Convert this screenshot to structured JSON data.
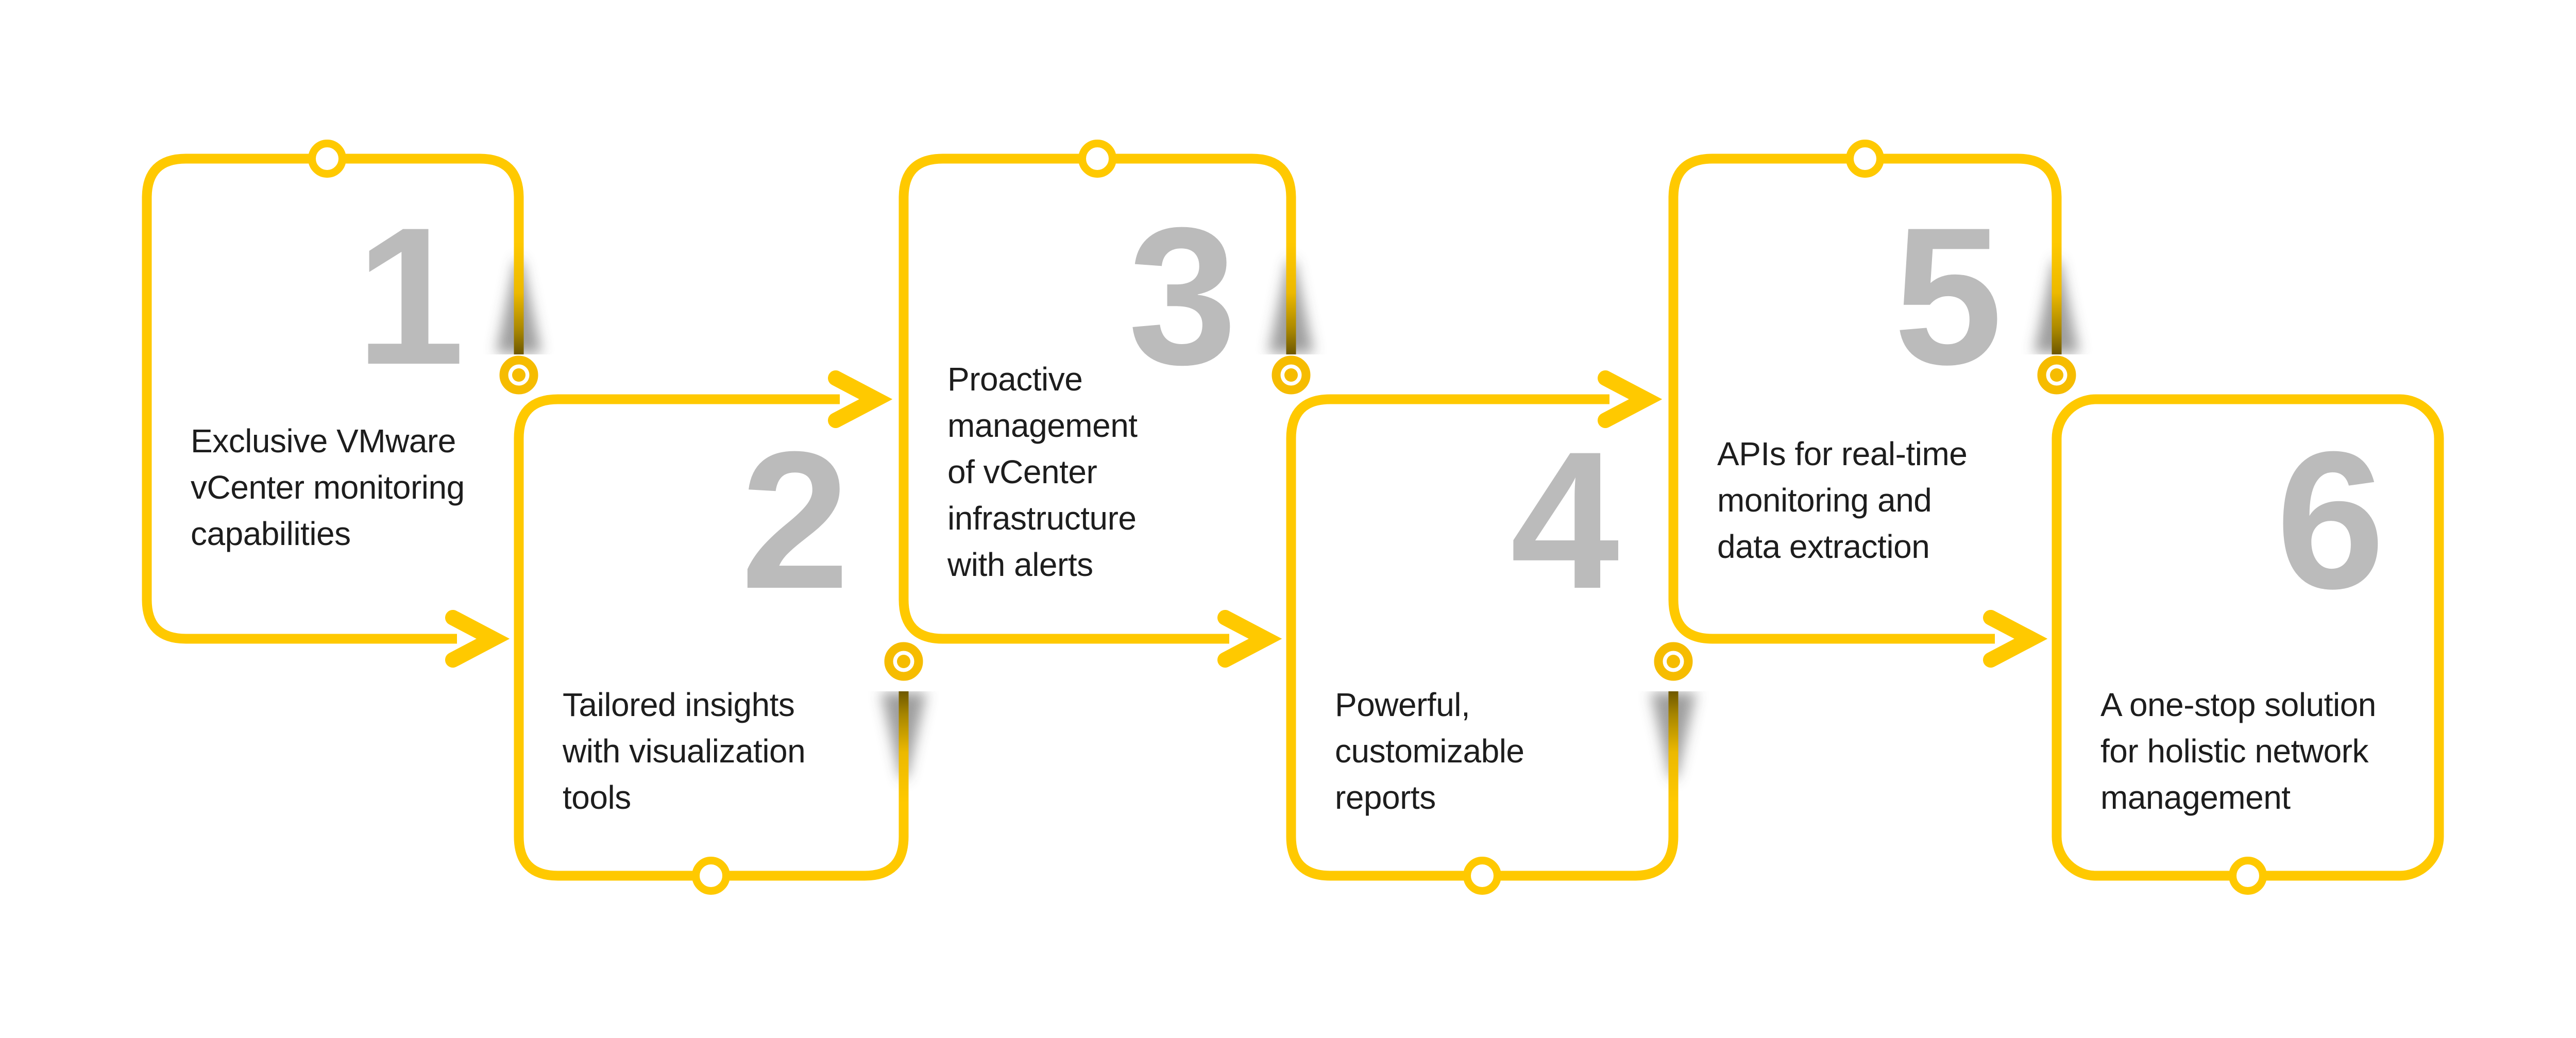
{
  "colors": {
    "background": "#FFFFFF",
    "accent_yellow": "#FFC900",
    "junction_yellow": "#F6BC00",
    "number_gray": "#BBBBBB",
    "text_black": "#1D1D1D",
    "shadow_gray": "#3C3C3C"
  },
  "icons": {
    "node": "donut-ring-icon",
    "junction": "bullseye-donut-icon",
    "connector": "arrow-right-icon"
  },
  "steps": [
    {
      "number": "1",
      "text": "Exclusive VMware\nvCenter monitoring\ncapabilities"
    },
    {
      "number": "2",
      "text": "Tailored insights\nwith visualization\ntools"
    },
    {
      "number": "3",
      "text": "Proactive\nmanagement\nof vCenter\ninfrastructure\nwith alerts"
    },
    {
      "number": "4",
      "text": "Powerful,\ncustomizable\nreports"
    },
    {
      "number": "5",
      "text": "APIs for real-time\nmonitoring and\ndata extraction"
    },
    {
      "number": "6",
      "text": "A one-stop solution\nfor holistic network\nmanagement"
    }
  ]
}
